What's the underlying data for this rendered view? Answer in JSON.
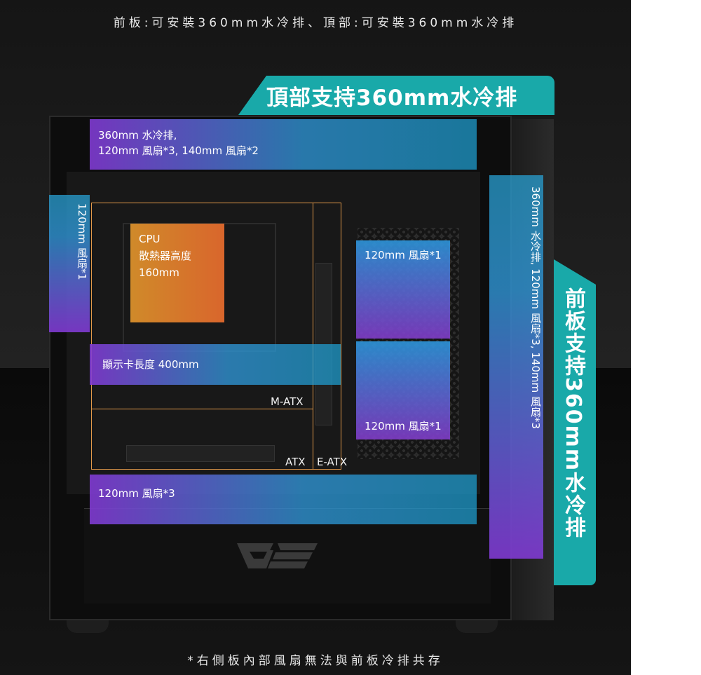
{
  "header": {
    "top_text": "前板:可安裝360mm水冷排、頂部:可安裝360mm水冷排"
  },
  "tags": {
    "top": "頂部支持360mm水冷排",
    "front": "前板支持360mm水冷排"
  },
  "labels": {
    "top_radiator_line1": "360mm 水冷排,",
    "top_radiator_line2": "120mm 風扇*3, 140mm 風扇*2",
    "rear_fan": "120mm 風扇*1",
    "front_radiator_line1": "360mm 水冷排,",
    "front_radiator_line2": "120mm 風扇*3, 140mm 風扇*3",
    "cpu_line1": "CPU",
    "cpu_line2": "散熱器高度",
    "cpu_line3": "160mm",
    "gpu_length": "顯示卡長度 400mm",
    "side_fan_upper": "120mm 風扇*1",
    "side_fan_lower": "120mm 風扇*1",
    "bottom_fans": "120mm 風扇*3",
    "board_matx": "M-ATX",
    "board_atx": "ATX",
    "board_eatx": "E-ATX"
  },
  "footer": {
    "note": "*右側板內部風扇無法與前板冷排共存"
  },
  "colors": {
    "accent_teal": "#19a9a9",
    "band_purple": "#803ad2",
    "band_blue": "#3096d7",
    "cpu_orange": "#d9662c",
    "outline_orange": "#e39a4a"
  }
}
